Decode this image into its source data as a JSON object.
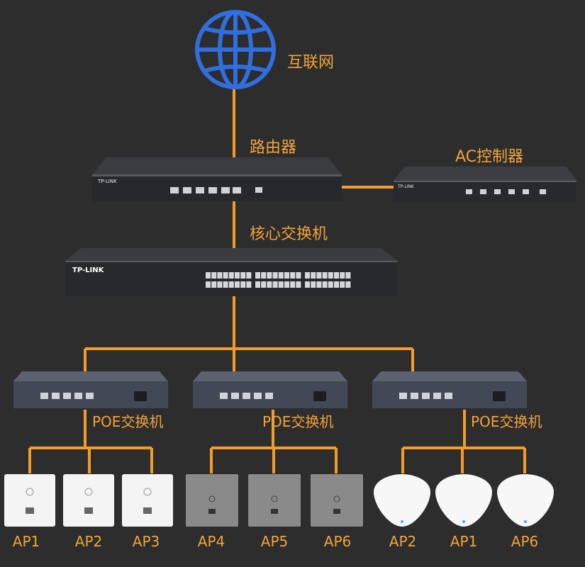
{
  "colors": {
    "background": "#2d2d2d",
    "line": "#f39c2a",
    "label": "#f2a33a",
    "globe": "#2f6fe0"
  },
  "nodes": {
    "internet": {
      "label": "互联网",
      "icon": "globe-icon"
    },
    "router": {
      "label": "路由器",
      "brand": "TP-LINK"
    },
    "ac": {
      "label": "AC控制器",
      "brand": "TP-LINK"
    },
    "core_switch": {
      "label": "核心交换机",
      "brand": "TP-LINK"
    },
    "poe_switches": [
      {
        "label": "POE交换机"
      },
      {
        "label": "POE交换机"
      },
      {
        "label": "POE交换机"
      }
    ]
  },
  "access_points": [
    {
      "label": "AP1",
      "style": "white-panel"
    },
    {
      "label": "AP2",
      "style": "white-panel"
    },
    {
      "label": "AP3",
      "style": "white-panel"
    },
    {
      "label": "AP4",
      "style": "gray-panel"
    },
    {
      "label": "AP5",
      "style": "gray-panel"
    },
    {
      "label": "AP6",
      "style": "gray-panel"
    },
    {
      "label": "AP2",
      "style": "ceiling-dome"
    },
    {
      "label": "AP1",
      "style": "ceiling-dome"
    },
    {
      "label": "AP6",
      "style": "ceiling-dome"
    }
  ]
}
